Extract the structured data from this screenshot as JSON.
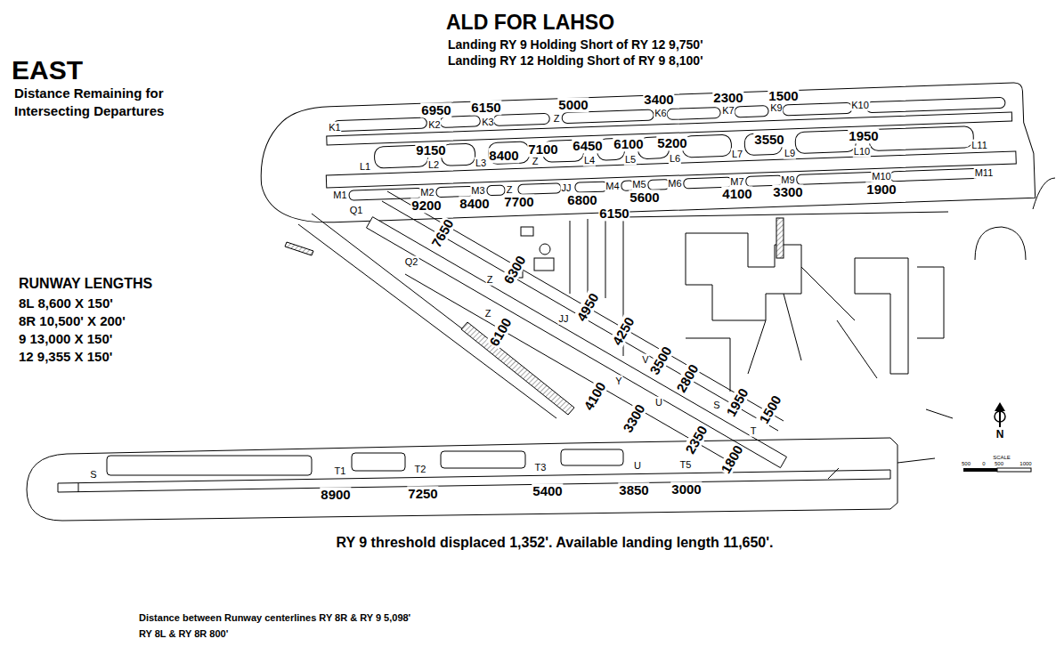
{
  "diagram": {
    "title": "EAST",
    "labels": [
      "Distance Remaining for Intersecting Departures",
      "ALD FOR LAHSO",
      "Landing RY 9 Holding Short of RY 12 9,750'",
      "Landing RY 12 Holding Short of RY 9 8,100'",
      "RUNWAY LENGTHS",
      "8L 8,600 X 150'",
      "8R 10,500' X 200'",
      "9 13,000 X 150'",
      "12 9,355 X 150'",
      "6950",
      "6150",
      "5000",
      "3400",
      "2300",
      "1500",
      "K1",
      "K2",
      "K3",
      "Z",
      "K6",
      "K7",
      "K9",
      "K10",
      "9150",
      "8400",
      "7100",
      "6450",
      "6100",
      "5200",
      "3550",
      "1950",
      "L1",
      "L2",
      "L3",
      "Z",
      "L4",
      "L5",
      "L6",
      "L7",
      "L9",
      "L10",
      "L11",
      "M1",
      "M2",
      "M3",
      "Z",
      "JJ",
      "M4",
      "M5",
      "M6",
      "M7",
      "M9",
      "M10",
      "M11",
      "9200",
      "8400",
      "7700",
      "6800",
      "6150",
      "5600",
      "4100",
      "3300",
      "1900",
      "Q1",
      "Q2",
      "7650",
      "Z",
      "6300",
      "Z",
      "6100",
      "JJ",
      "4950",
      "4250",
      "Y",
      "4100",
      "V",
      "3500",
      "U",
      "2800",
      "3300",
      "S",
      "1950",
      "2350",
      "T",
      "1500",
      "1800",
      "S",
      "T1",
      "8900",
      "T2",
      "7250",
      "T3",
      "5400",
      "U",
      "3850",
      "T5",
      "3000",
      "RY 9 threshold displaced 1,352'.  Available landing length 11,650'.",
      "Distance between Runway centerlines RY 8R & RY 9 5,098'",
      "RY 8L & RY 8R 800'",
      "N",
      "SCALE",
      "500",
      "0",
      "500",
      "1000"
    ]
  }
}
